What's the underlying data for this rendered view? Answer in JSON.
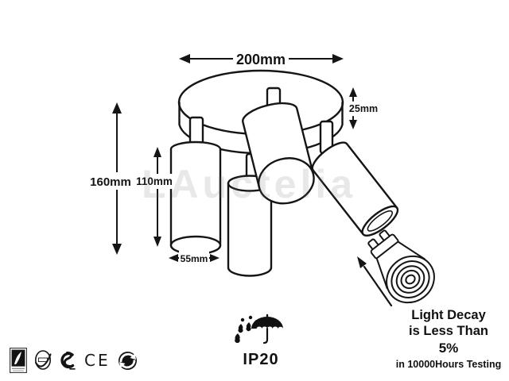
{
  "diagram": {
    "title_hint": "ceiling spotlight technical drawing",
    "dimensions": {
      "plate_diameter": "200mm",
      "plate_thickness": "25mm",
      "overall_height": "160mm",
      "head_height": "110mm",
      "head_diameter": "55mm"
    },
    "ip_rating": "IP20",
    "light_decay": {
      "line1": "Light Decay",
      "line2": "is Less Than",
      "line3": "5%",
      "line4": "in 10000Hours Testing"
    },
    "ce_mark": "CE",
    "watermark": "LAuctelia",
    "icons": {
      "rain_protection": "umbrella-with-raindrops-icon",
      "certifications": [
        "vertical-cert-badge-icon",
        "round-cert-mark-icon",
        "gs-cert-mark-icon",
        "ce-mark",
        "green-dot-recycling-icon"
      ]
    },
    "colors": {
      "line": "#151515",
      "background": "#ffffff",
      "watermark": "#e5e5e5"
    }
  }
}
